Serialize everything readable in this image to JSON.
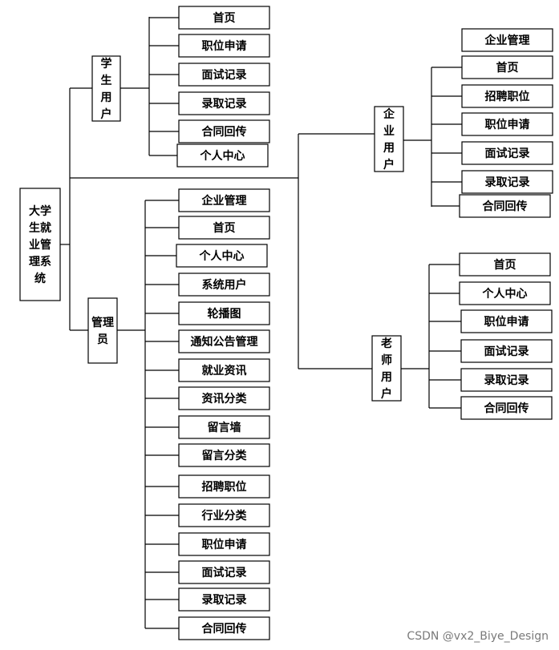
{
  "root": {
    "label": "大学生就业管理系统"
  },
  "student": {
    "label": "学生用户",
    "items": [
      "首页",
      "职位申请",
      "面试记录",
      "录取记录",
      "合同回传",
      "个人中心"
    ]
  },
  "admin": {
    "label": "管理员",
    "items": [
      "企业管理",
      "首页",
      "个人中心",
      "系统用户",
      "轮播图",
      "通知公告管理",
      "就业资讯",
      "资讯分类",
      "留言墙",
      "留言分类",
      "招聘职位",
      "行业分类",
      "职位申请",
      "面试记录",
      "录取记录",
      "合同回传"
    ]
  },
  "company": {
    "label": "企业用户",
    "items": [
      "企业管理",
      "首页",
      "招聘职位",
      "职位申请",
      "面试记录",
      "录取记录",
      "合同回传"
    ]
  },
  "teacher": {
    "label": "老师用户",
    "items": [
      "首页",
      "个人中心",
      "职位申请",
      "面试记录",
      "录取记录",
      "合同回传"
    ]
  },
  "watermark": "CSDN @vx2_Biye_Design"
}
